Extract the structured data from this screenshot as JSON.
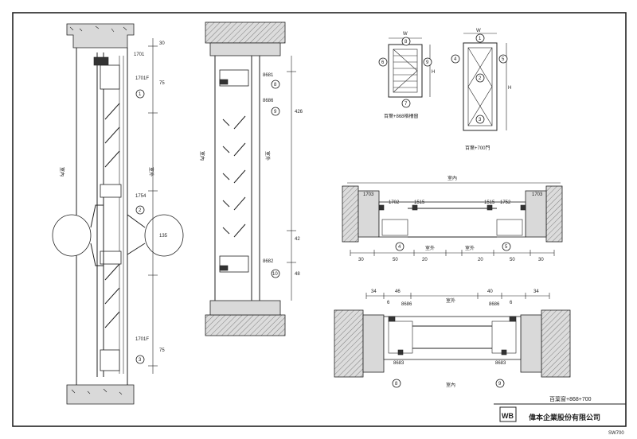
{
  "drawing_title": "百葉窗+868+700",
  "company": {
    "logo_text": "WB",
    "name": "偉本企業股份有限公司"
  },
  "sheet_number": "SW700",
  "section_a": {
    "labels": {
      "interior": "室內",
      "exterior": "室外"
    },
    "callouts": [
      "1701",
      "1701F",
      "1754",
      "1701F"
    ],
    "circle_refs": [
      "1",
      "2",
      "3"
    ],
    "dims_right": [
      "30",
      "75",
      "135",
      "75"
    ]
  },
  "section_b": {
    "labels": {
      "interior": "室內",
      "exterior": "室外"
    },
    "callouts": [
      "8681",
      "8686",
      "8682"
    ],
    "circle_refs": [
      "8",
      "9",
      "10"
    ],
    "dims_right": [
      "426",
      "42",
      "48"
    ]
  },
  "elevation_868": {
    "caption": "百葉+868格柵窗",
    "w_label": "W",
    "h_label": "H",
    "circle_refs": [
      "6",
      "8",
      "9",
      "7"
    ]
  },
  "elevation_700": {
    "caption": "百葉+700門",
    "w_label": "W",
    "h_label": "H",
    "circle_refs": [
      "1",
      "4",
      "5",
      "2",
      "3"
    ]
  },
  "plan_a": {
    "labels": {
      "top": "室內",
      "bottom": "室外"
    },
    "callouts": [
      "1703",
      "1702",
      "1515",
      "1515",
      "1752",
      "1703"
    ],
    "dims_bottom": [
      "30",
      "50",
      "20",
      "20",
      "50",
      "30"
    ],
    "circle_refs": [
      "4",
      "5"
    ]
  },
  "plan_b": {
    "labels": {
      "top": "室外",
      "bottom": "室內"
    },
    "callouts": [
      "8686",
      "8686",
      "8683",
      "8683"
    ],
    "dims_top": [
      "34",
      "46",
      "40",
      "34"
    ],
    "dims_small": [
      "6",
      "6"
    ],
    "circle_refs": [
      "8",
      "9"
    ]
  }
}
